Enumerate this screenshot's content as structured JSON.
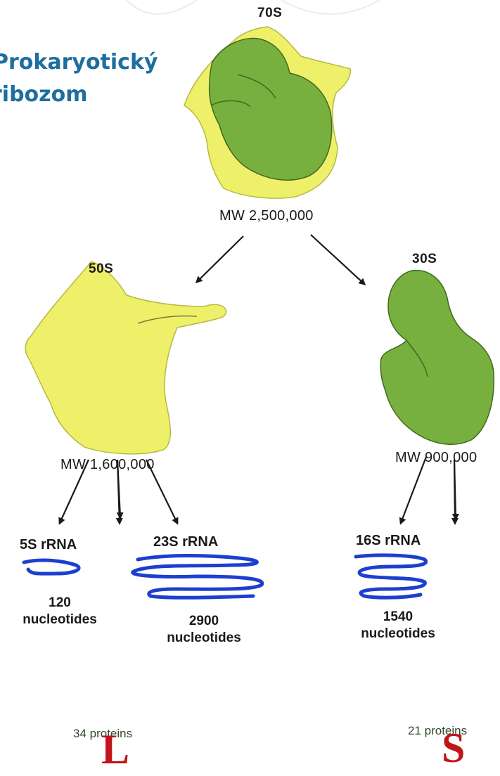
{
  "title": {
    "line1": "Prokaryotický",
    "line2": "ribozom"
  },
  "ribosome": {
    "label": "70S",
    "mw": "MW 2,500,000"
  },
  "large_subunit": {
    "label": "50S",
    "mw": "MW 1,600,000",
    "rna_5s": {
      "label": "5S rRNA",
      "count": "120",
      "unit": "nucleotides"
    },
    "rna_23s": {
      "label": "23S rRNA",
      "count": "2900",
      "unit": "nucleotides"
    },
    "proteins": "34 proteins",
    "letter": "L"
  },
  "small_subunit": {
    "label": "30S",
    "mw": "MW 900,000",
    "rna_16s": {
      "label": "16S rRNA",
      "count": "1540",
      "unit": "nucleotides"
    },
    "proteins": "21 proteins",
    "letter": "S"
  },
  "colors": {
    "large_subunit": "#eef06a",
    "small_subunit": "#78b040",
    "rna": "#1d3fd0",
    "title": "#1e6ea0",
    "letters": "#c0151a"
  }
}
